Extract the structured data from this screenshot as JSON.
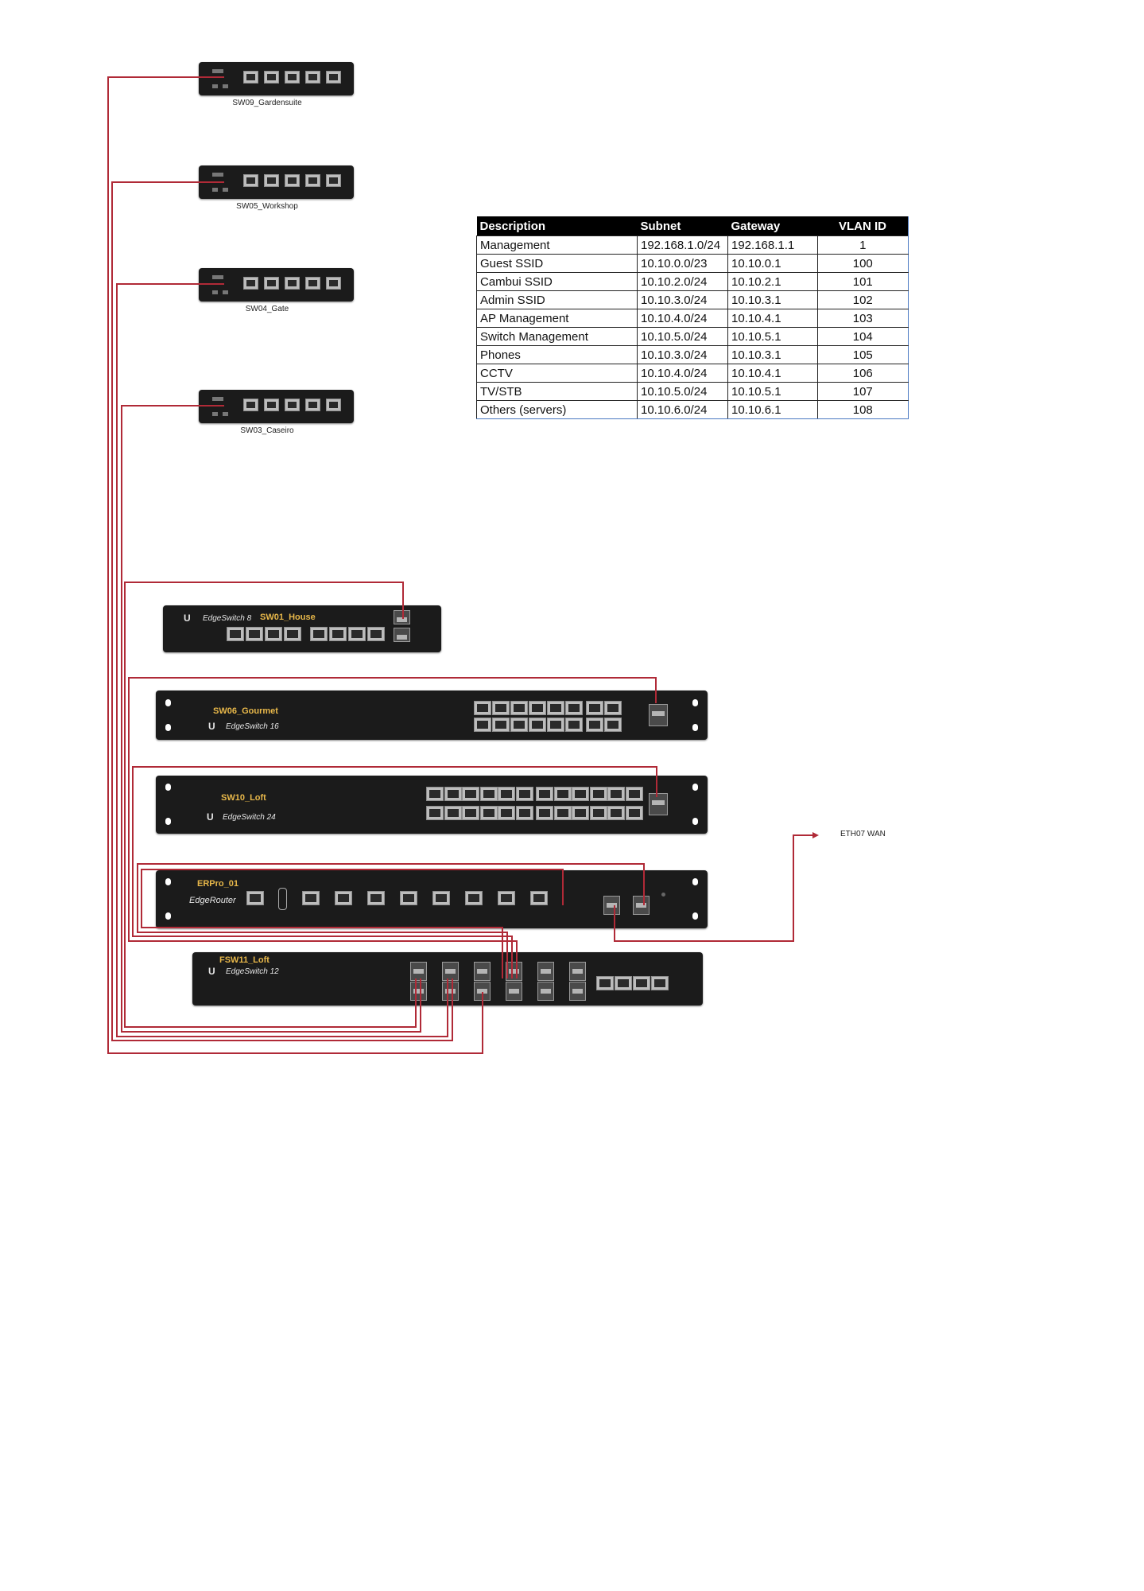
{
  "devices": {
    "sw09": {
      "caption": "SW09_Gardensuite"
    },
    "sw05": {
      "caption": "SW05_Workshop"
    },
    "sw04": {
      "caption": "SW04_Gate"
    },
    "sw03": {
      "caption": "SW03_Caseiro"
    },
    "sw01": {
      "name": "SW01_House",
      "model": "EdgeSwitch 8"
    },
    "sw06": {
      "name": "SW06_Gourmet",
      "model": "EdgeSwitch 16"
    },
    "sw10": {
      "name": "SW10_Loft",
      "model": "EdgeSwitch 24"
    },
    "erpro": {
      "name": "ERPro_01",
      "model": "EdgeRouter"
    },
    "fsw11": {
      "name": "FSW11_Loft",
      "model": "EdgeSwitch 12"
    }
  },
  "wan_label": "ETH07 WAN",
  "vlan_table": {
    "headers": [
      "Description",
      "Subnet",
      "Gateway",
      "VLAN ID"
    ],
    "rows": [
      [
        "Management",
        "192.168.1.0/24",
        "192.168.1.1",
        "1"
      ],
      [
        "Guest SSID",
        "10.10.0.0/23",
        "10.10.0.1",
        "100"
      ],
      [
        "Cambui SSID",
        "10.10.2.0/24",
        "10.10.2.1",
        "101"
      ],
      [
        "Admin SSID",
        "10.10.3.0/24",
        "10.10.3.1",
        "102"
      ],
      [
        "AP Management",
        "10.10.4.0/24",
        "10.10.4.1",
        "103"
      ],
      [
        "Switch Management",
        "10.10.5.0/24",
        "10.10.5.1",
        "104"
      ],
      [
        "Phones",
        "10.10.3.0/24",
        "10.10.3.1",
        "105"
      ],
      [
        "CCTV",
        "10.10.4.0/24",
        "10.10.4.1",
        "106"
      ],
      [
        "TV/STB",
        "10.10.5.0/24",
        "10.10.5.1",
        "107"
      ],
      [
        "Others (servers)",
        "10.10.6.0/24",
        "10.10.6.1",
        "108"
      ]
    ]
  },
  "colors": {
    "wire": "#b02a37",
    "device": "#1b1b1b",
    "name": "#e8b84a"
  }
}
